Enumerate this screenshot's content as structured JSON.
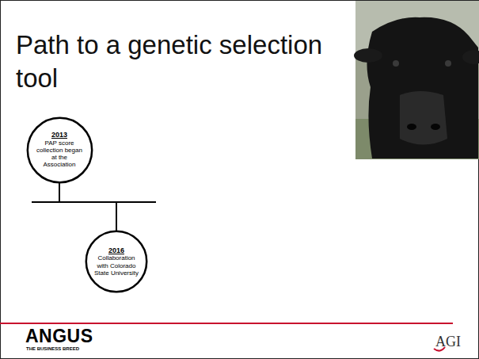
{
  "diagram": {
    "title": "Path to a genetic selection tool",
    "nodes": [
      {
        "text": [
          "2013",
          "PAP score collection began at the Association"
        ]
      },
      {
        "text": [
          "2016",
          "Collaboration with Colorado State University"
        ]
      }
    ],
    "edges": [
      {
        "from": 0,
        "to": 1,
        "arrow": "none"
      }
    ],
    "labels": [
      "ANGUS",
      "THE BUSINESS BREED",
      "AGI"
    ]
  }
}
